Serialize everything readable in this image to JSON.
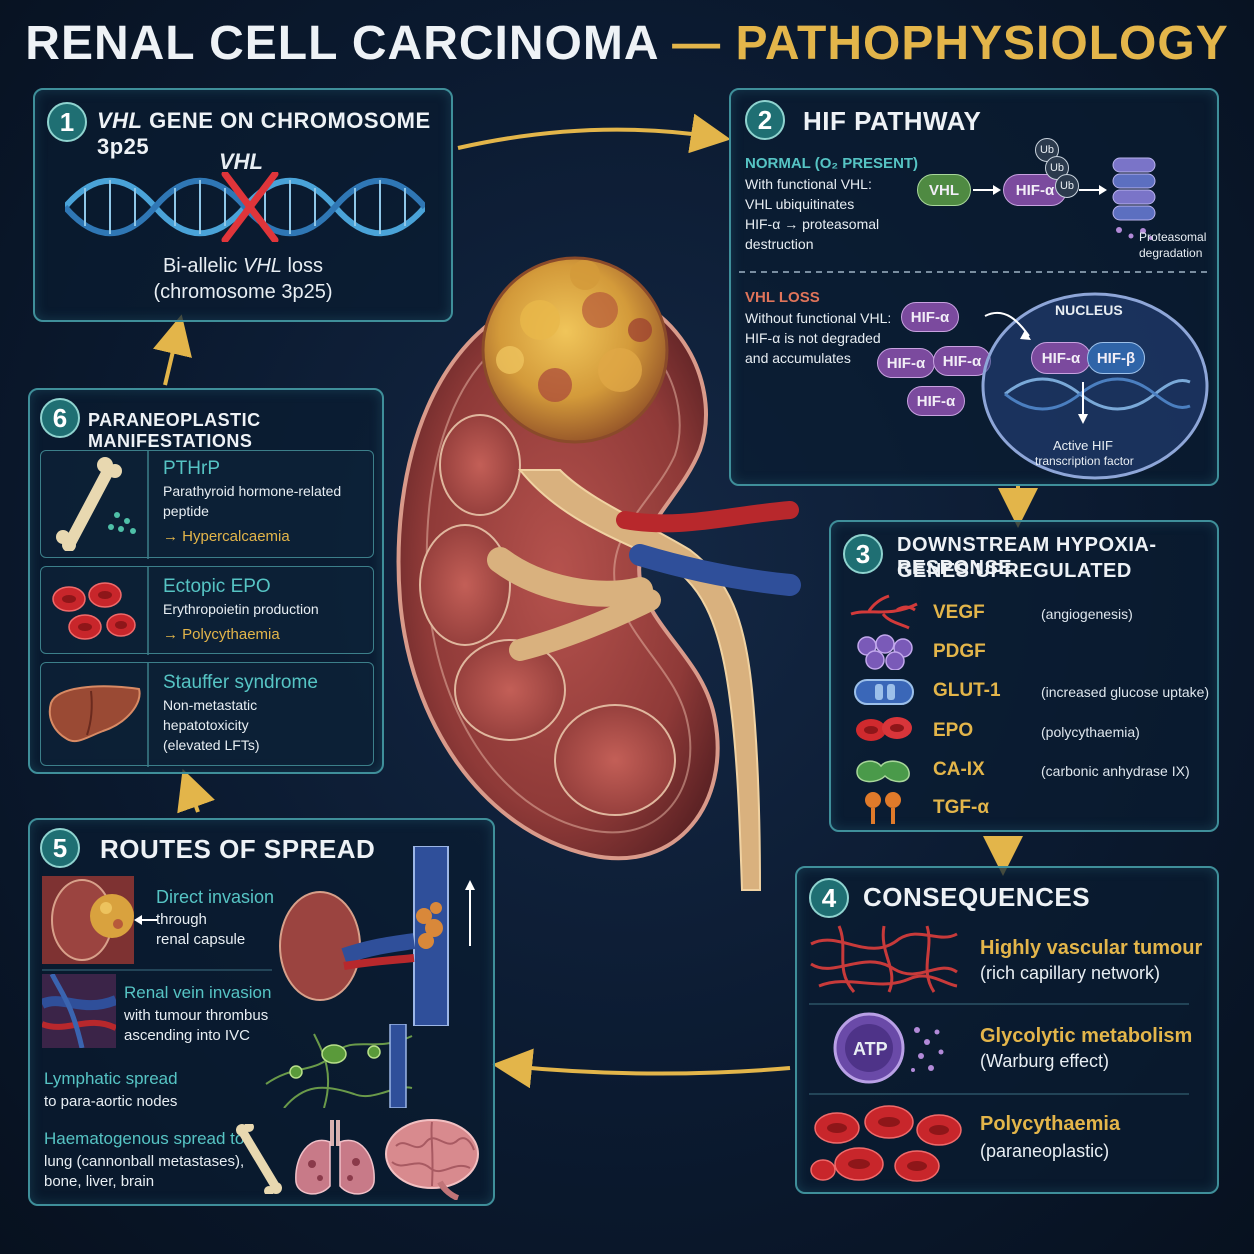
{
  "title": {
    "part1": "RENAL CELL CARCINOMA",
    "separator": "—",
    "part2": "PATHOPHYSIOLOGY"
  },
  "panel1": {
    "number": "1",
    "title_italic": "VHL",
    "title_rest": " GENE ON CHROMOSOME 3p25",
    "dna_label": "VHL",
    "caption_line1_a": "Bi-allelic ",
    "caption_line1_b": "VHL",
    "caption_line1_c": " loss",
    "caption_line2": "(chromosome 3p25)"
  },
  "panel2": {
    "number": "2",
    "title": "HIF PATHWAY",
    "normal_heading": "NORMAL (O₂ PRESENT)",
    "normal_text": [
      "With functional VHL:",
      "VHL ubiquitinates",
      "HIF-α → proteasomal",
      "destruction"
    ],
    "vhl_pill": "VHL",
    "hif_pill": "HIF-α",
    "ub": "Ub",
    "proteasome_caption": [
      "Proteasomal",
      "degradation"
    ],
    "loss_heading": "VHL LOSS",
    "loss_text": [
      "Without functional VHL:",
      "HIF-α is not degraded",
      "and accumulates"
    ],
    "nucleus_label": "NUCLEUS",
    "hifb_pill": "HIF-β",
    "active_caption": [
      "Active HIF",
      "transcription factor"
    ]
  },
  "panel3": {
    "number": "3",
    "title": [
      "DOWNSTREAM HYPOXIA-RESPONSE",
      "GENES UPREGULATED"
    ],
    "genes": [
      {
        "name": "VEGF",
        "note": "(angiogenesis)",
        "icon": "vessel-icon"
      },
      {
        "name": "PDGF",
        "note": "",
        "icon": "cell-cluster-icon"
      },
      {
        "name": "GLUT-1",
        "note": "(increased glucose uptake)",
        "icon": "transporter-icon"
      },
      {
        "name": "EPO",
        "note": "(polycythaemia)",
        "icon": "red-cell-icon"
      },
      {
        "name": "CA-IX",
        "note": "(carbonic anhydrase IX)",
        "icon": "enzyme-icon"
      },
      {
        "name": "TGF-α",
        "note": "",
        "icon": "receptor-icon"
      }
    ]
  },
  "panel4": {
    "number": "4",
    "title": "CONSEQUENCES",
    "items": [
      {
        "heading": "Highly vascular tumour",
        "sub": "(rich capillary network)"
      },
      {
        "heading": "Glycolytic metabolism",
        "sub": "(Warburg effect)",
        "icon_text": "ATP"
      },
      {
        "heading": "Polycythaemia",
        "sub": "(paraneoplastic)"
      }
    ]
  },
  "panel5": {
    "number": "5",
    "title": "ROUTES OF SPREAD",
    "direct": {
      "heading": "Direct invasion",
      "text": [
        "through",
        "renal capsule"
      ]
    },
    "renal_vein": {
      "heading": "Renal vein invasion",
      "text": [
        "with tumour thrombus",
        "ascending into IVC"
      ]
    },
    "lymphatic": {
      "heading": "Lymphatic spread",
      "text": [
        "to para-aortic nodes"
      ]
    },
    "haematogenous": {
      "heading": "Haematogenous spread to:",
      "text": [
        "lung (cannonball metastases),",
        "bone, liver, brain"
      ]
    }
  },
  "panel6": {
    "number": "6",
    "title": "PARANEOPLASTIC MANIFESTATIONS",
    "items": [
      {
        "heading": "PTHrP",
        "text": [
          "Parathyroid hormone-related",
          "peptide"
        ],
        "result": "→ Hypercalcaemia"
      },
      {
        "heading": "Ectopic EPO",
        "text": [
          "Erythropoietin production"
        ],
        "result": "→ Polycythaemia"
      },
      {
        "heading": "Stauffer syndrome",
        "text": [
          "Non-metastatic",
          "hepatotoxicity",
          "(elevated LFTs)"
        ],
        "result": ""
      }
    ]
  },
  "colors": {
    "teal": "#56c4c4",
    "gold": "#e3b54a",
    "border": "#3f8f9a",
    "background": "#0b1a30"
  }
}
